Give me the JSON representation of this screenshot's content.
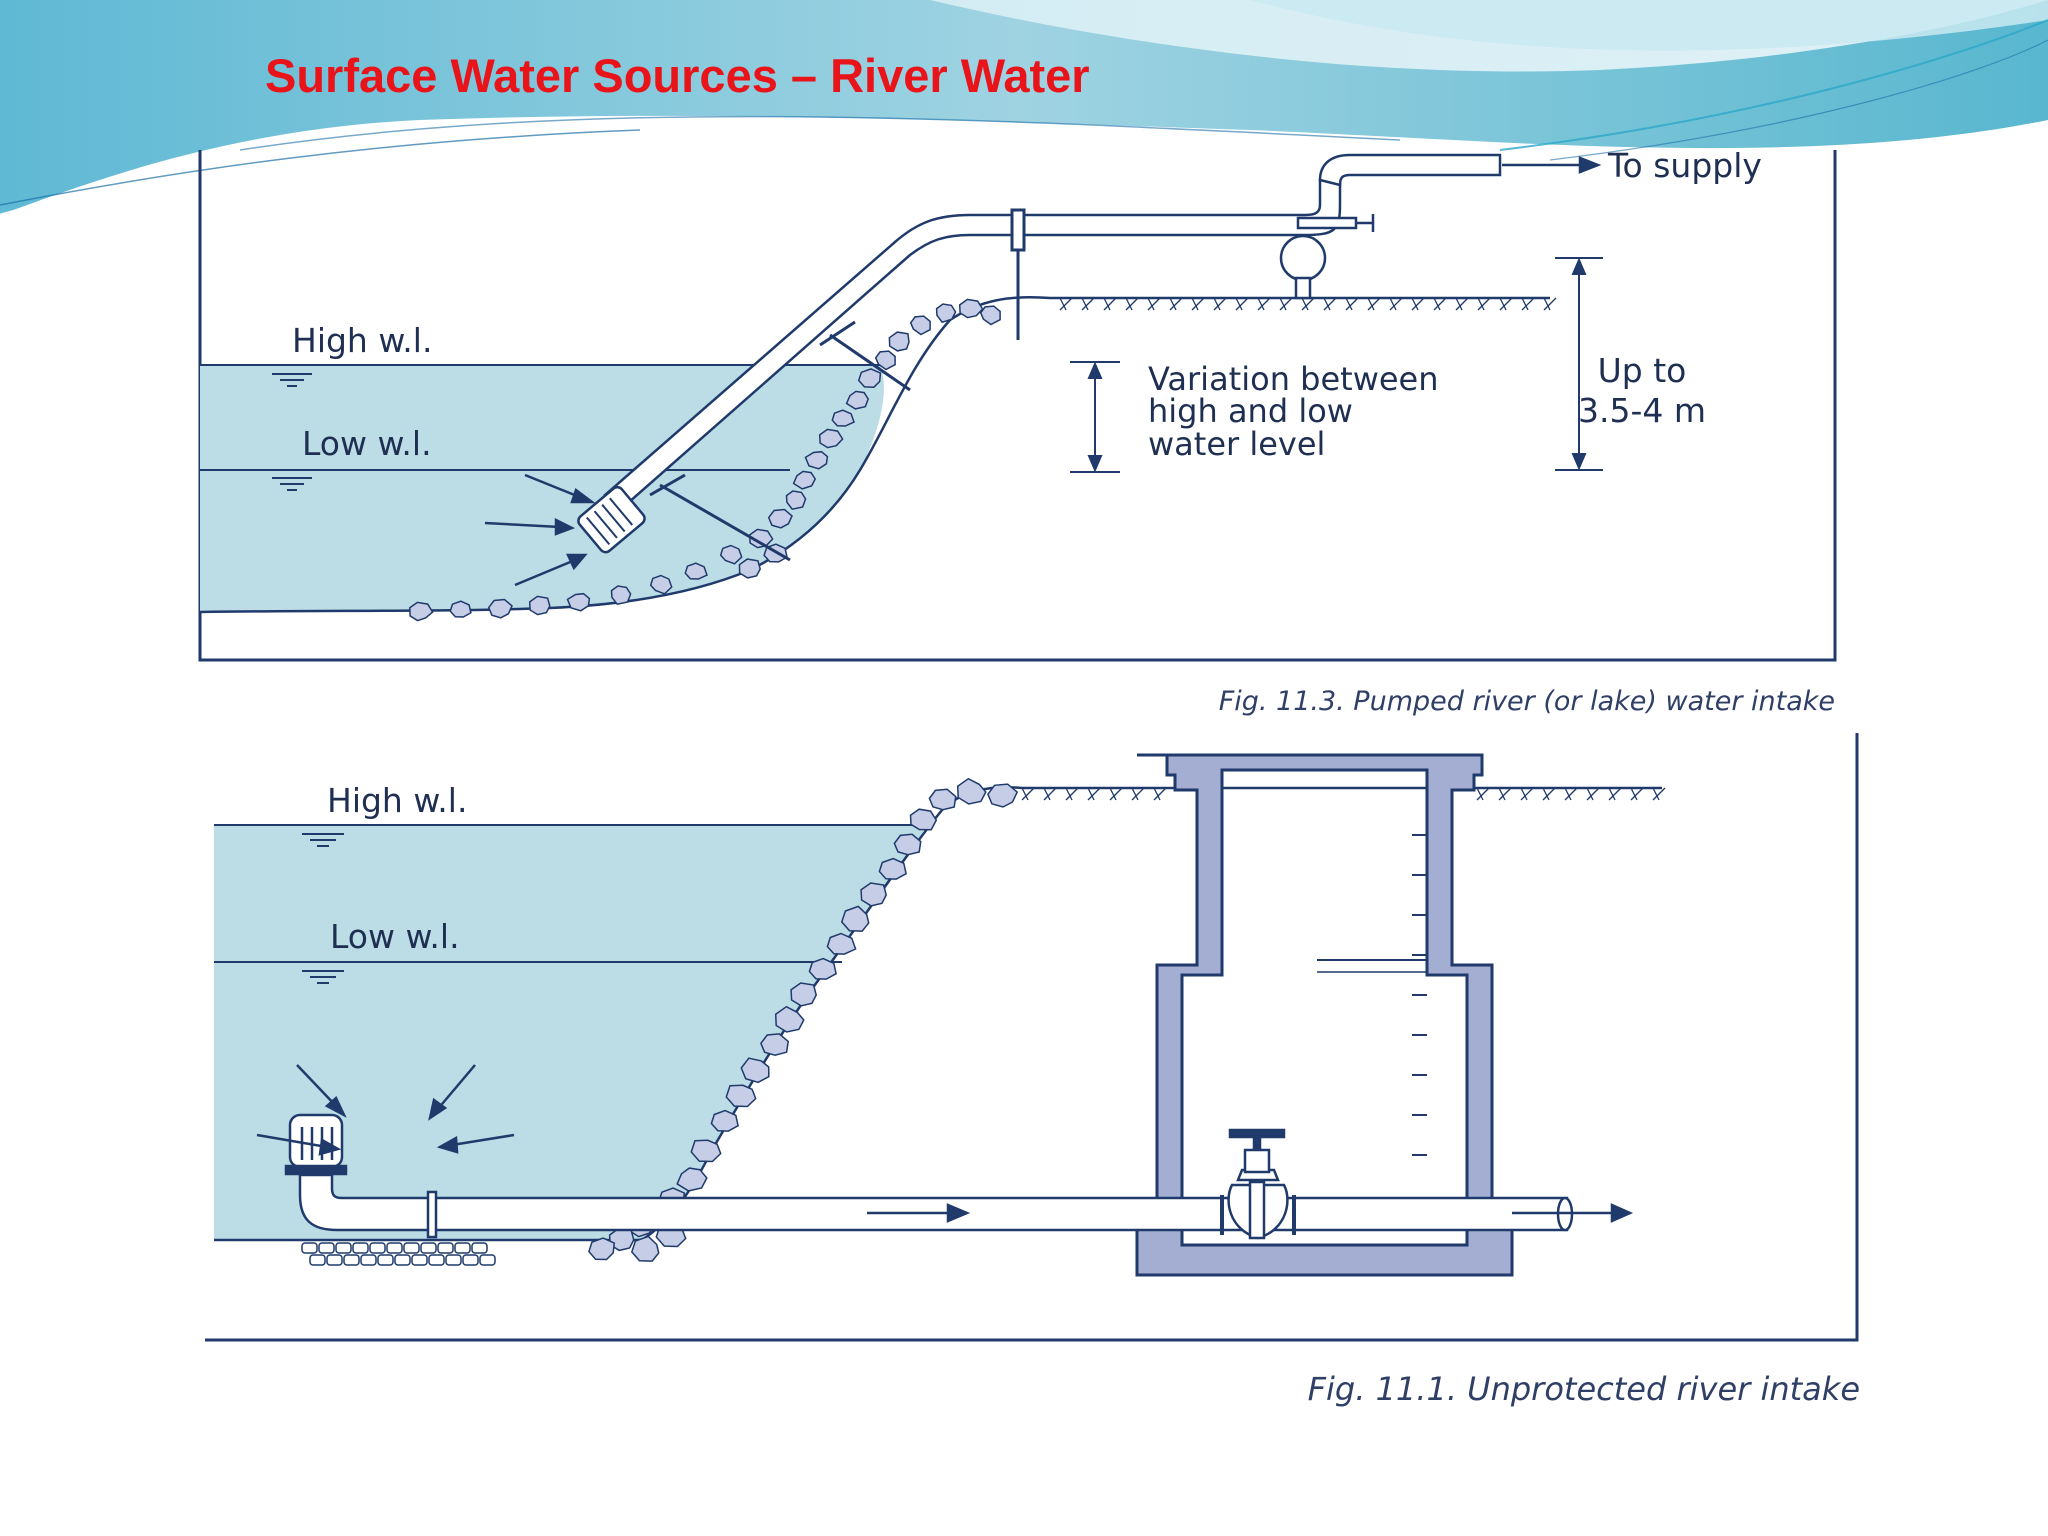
{
  "slide": {
    "title": "Surface Water Sources – River Water"
  },
  "colors": {
    "title": "#e8141a",
    "water": "#bcdce6",
    "line": "#1f3a6b",
    "stone": "#c6cde6",
    "concrete": "#a4aed2",
    "wave_accent": "#2aa8c8"
  },
  "figure_top": {
    "caption": "Fig. 11.3. Pumped river (or lake) water intake",
    "labels": {
      "high_wl": "High  w.l.",
      "low_wl": "Low w.l.",
      "to_supply": "To supply",
      "variation_line1": "Variation between",
      "variation_line2": "high and low",
      "variation_line3": "water level",
      "upto_line1": "Up to",
      "upto_line2": "3.5-4 m"
    }
  },
  "figure_bottom": {
    "caption": "Fig. 11.1. Unprotected river intake",
    "labels": {
      "high_wl": "High w.l.",
      "low_wl": "Low w.l."
    }
  }
}
